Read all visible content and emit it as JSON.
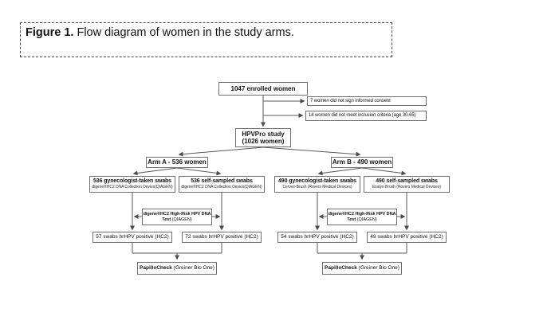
{
  "caption": {
    "label": "Figure 1.",
    "text": " Flow diagram of women in the study arms."
  },
  "flow": {
    "enrolled": "1047 enrolled women",
    "exclusion_consent": "7 women did not sign informed consent",
    "exclusion_criteria": "14 women did not meet inclusion criteria (age 30-65)",
    "study_name": "HPVPro study",
    "study_count": "(1026 women)",
    "arm_a": "Arm A - 536 women",
    "arm_b": "Arm B - 490 women",
    "swab_a1_title": "536 gynecologist-taken swabs",
    "swab_a1_sub": "digene®HC2 DNA Collection Device(QIAGEN)",
    "swab_a2_title": "536 self-sampled swabs",
    "swab_a2_sub": "digene®HC2 DNA Collection Device(QIAGEN)",
    "swab_b1_title": "490 gynecologist-taken swabs",
    "swab_b1_sub": "Cervex-Brush (Rovers Medical Devices)",
    "swab_b2_title": "490 self-sampled swabs",
    "swab_b2_sub": "Evalyn Brush (Rovers Medical Devices)",
    "hc2_line1": "digene®HC2 High-Risk HPV DNA",
    "hc2_line2_bold": "Test",
    "hc2_line2_rest": " (QIAGEN)",
    "pos_a1": "57 swabs hrHPV positive (HC2)",
    "pos_a2": "72 swabs hrHPV positive (HC2)",
    "pos_b1": "54 swabs hrHPV positive (HC2)",
    "pos_b2": "49 swabs hrHPV positive (HC2)",
    "papillo_bold": "PapilloCheck",
    "papillo_rest": " (Greiner Bio One)"
  },
  "colors": {
    "connector_line": "#595959",
    "box_border": "#6e6e6e",
    "text": "#111111",
    "background": "#ffffff"
  }
}
